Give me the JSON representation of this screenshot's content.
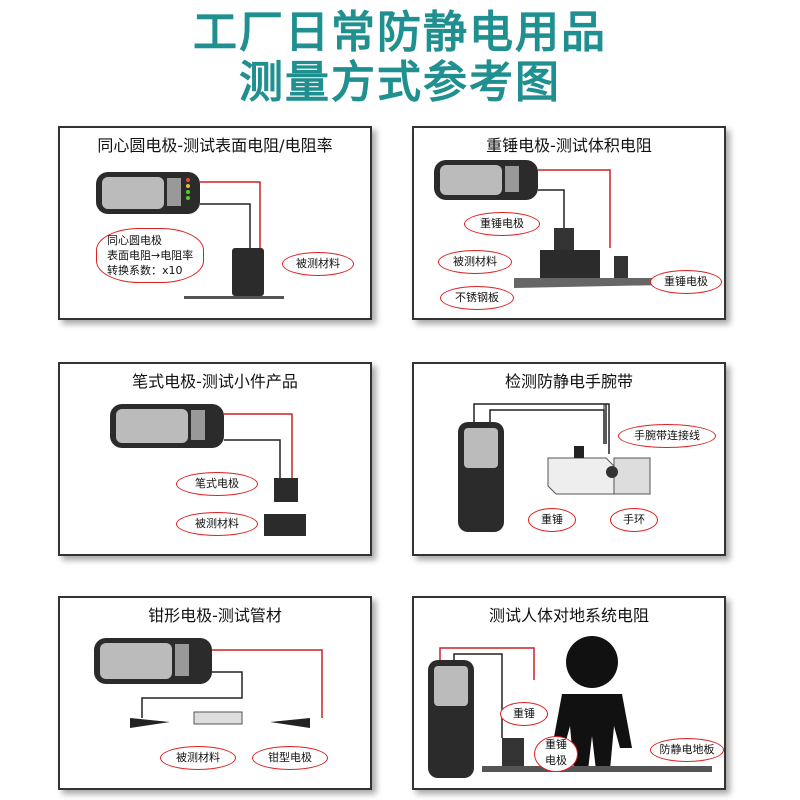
{
  "title": {
    "line1": "工厂日常防静电用品",
    "line2": "测量方式参考图"
  },
  "panels": [
    {
      "title": "同心圆电极-测试表面电阻/电阻率",
      "labels": {
        "note_line1": "同心圆电极",
        "note_line2": "表面电阻→电阻率",
        "note_line3": "转换系数：x10",
        "material": "被测材料"
      }
    },
    {
      "title": "重锤电极-测试体积电阻",
      "labels": {
        "weight_top": "重锤电极",
        "material": "被测材料",
        "steel": "不锈钢板",
        "weight_right": "重锤电极"
      }
    },
    {
      "title": "笔式电极-测试小件产品",
      "labels": {
        "pen": "笔式电极",
        "material": "被测材料"
      }
    },
    {
      "title": "检测防静电手腕带",
      "labels": {
        "cord": "手腕带连接线",
        "weight": "重锤",
        "ring": "手环"
      }
    },
    {
      "title": "钳形电极-测试管材",
      "labels": {
        "material": "被测材料",
        "clamp": "钳型电极"
      }
    },
    {
      "title": "测试人体对地系统电阻",
      "labels": {
        "weight": "重锤",
        "weight_electrode_1": "重锤",
        "weight_electrode_2": "电极",
        "floor": "防静电地板"
      }
    }
  ],
  "colors": {
    "title": "#1f8f8f",
    "accent": "#d22222",
    "device": "#2b2b2b"
  }
}
